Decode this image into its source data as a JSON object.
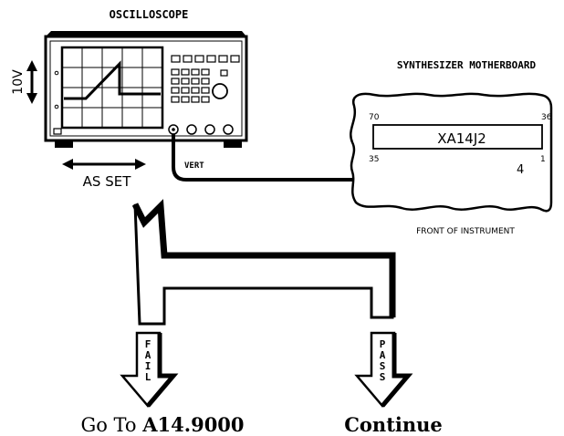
{
  "oscilloscope": {
    "title": "OSCILLOSCOPE",
    "scale_label": "10V",
    "sweep_label": "AS SET",
    "input_label": "VERT"
  },
  "motherboard": {
    "title": "SYNTHESIZER MOTHERBOARD",
    "connector_label": "XA14J2",
    "pin_top_left": "70",
    "pin_top_right": "36",
    "pin_bottom_left": "35",
    "pin_bottom_right": "1",
    "pin_probe": "4",
    "edge_label": "FRONT OF INSTRUMENT"
  },
  "decision": {
    "fail_label": "FAIL",
    "pass_label": "PASS",
    "fail_action_prefix": "Go To ",
    "fail_action_target": "A14.9000",
    "pass_action": "Continue"
  }
}
